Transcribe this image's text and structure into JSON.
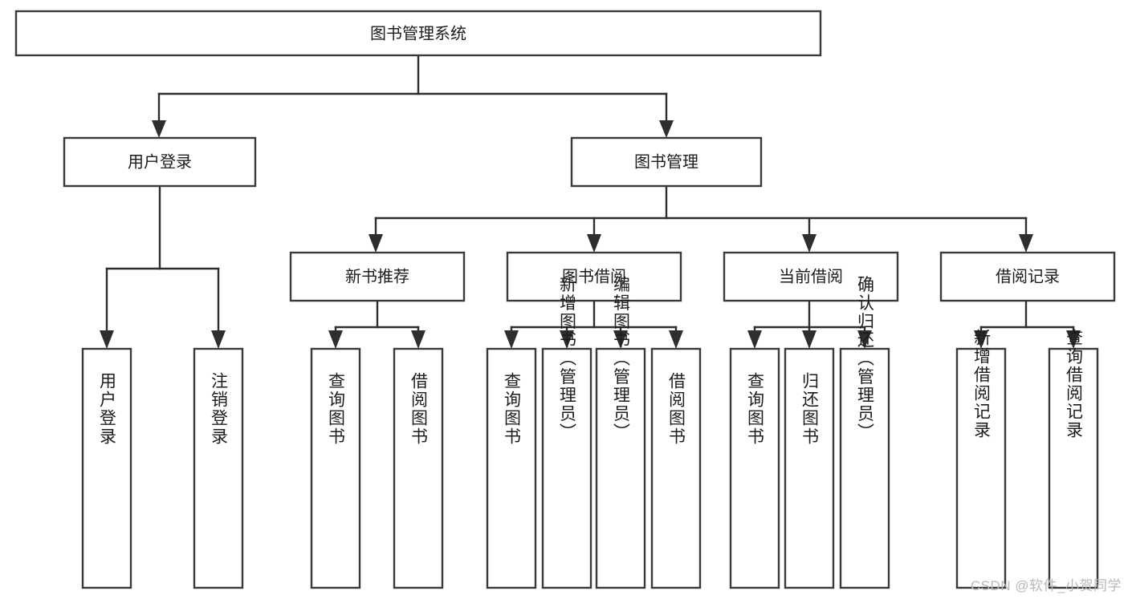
{
  "diagram": {
    "type": "tree-hierarchy",
    "title": "图书管理系统",
    "watermark": "CSDN @软件_小贺同学",
    "colors": {
      "box_stroke": "#3a3a3a",
      "box_fill": "#ffffff",
      "connector": "#2e2e2e",
      "text": "#1c1c1c",
      "watermark": "#b9b9b9",
      "background": "#ffffff"
    },
    "levels": {
      "root": {
        "label": "图书管理系统",
        "orientation": "horizontal"
      },
      "level2": [
        {
          "label": "用户登录",
          "orientation": "horizontal"
        },
        {
          "label": "图书管理",
          "orientation": "horizontal"
        }
      ],
      "level3": [
        {
          "label": "新书推荐",
          "orientation": "horizontal",
          "parent": "图书管理"
        },
        {
          "label": "图书借阅",
          "orientation": "horizontal",
          "parent": "图书管理"
        },
        {
          "label": "当前借阅",
          "orientation": "horizontal",
          "parent": "图书管理"
        },
        {
          "label": "借阅记录",
          "orientation": "horizontal",
          "parent": "图书管理"
        }
      ],
      "leaves": [
        {
          "label": "用户登录",
          "orientation": "vertical",
          "parent": "用户登录"
        },
        {
          "label": "注销登录",
          "orientation": "vertical",
          "parent": "用户登录"
        },
        {
          "label": "查询图书",
          "orientation": "vertical",
          "parent": "新书推荐"
        },
        {
          "label": "借阅图书",
          "orientation": "vertical",
          "parent": "新书推荐"
        },
        {
          "label": "查询图书",
          "orientation": "vertical",
          "parent": "图书借阅"
        },
        {
          "label": "新增图书（管理员）",
          "orientation": "vertical",
          "parent": "图书借阅"
        },
        {
          "label": "编辑图书（管理员）",
          "orientation": "vertical",
          "parent": "图书借阅"
        },
        {
          "label": "借阅图书",
          "orientation": "vertical",
          "parent": "图书借阅"
        },
        {
          "label": "查询图书",
          "orientation": "vertical",
          "parent": "当前借阅"
        },
        {
          "label": "归还图书",
          "orientation": "vertical",
          "parent": "当前借阅"
        },
        {
          "label": "确认归还（管理员）",
          "orientation": "vertical",
          "parent": "当前借阅"
        },
        {
          "label": "新增借阅记录",
          "orientation": "vertical",
          "parent": "借阅记录"
        },
        {
          "label": "查询借阅记录",
          "orientation": "vertical",
          "parent": "借阅记录"
        }
      ]
    }
  }
}
